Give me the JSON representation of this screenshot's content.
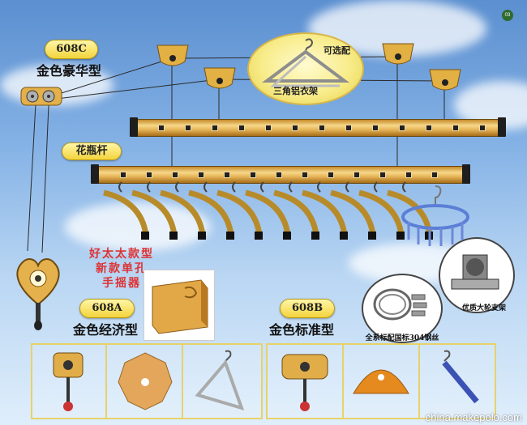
{
  "page_number": "03",
  "models": {
    "c": {
      "code": "608C",
      "name": "金色豪华型"
    },
    "a": {
      "code": "608A",
      "name": "金色经济型"
    },
    "b": {
      "code": "608B",
      "name": "金色标准型"
    }
  },
  "hanger_callout": {
    "optional": "可选配",
    "name": "三角铝衣架"
  },
  "flower_rod_label": "花瓶杆",
  "crank_lines": [
    "好太太款型",
    "新款单孔",
    "手摇器"
  ],
  "bracket_caption": "优质大轮支架",
  "cable_caption": "全系标配国标304钢丝",
  "watermark": "china.makepolo.com",
  "colors": {
    "gold": "#e7b65a",
    "pill": "#f3d43c",
    "red_text": "#dd3333",
    "sky": "#86b3e6"
  }
}
